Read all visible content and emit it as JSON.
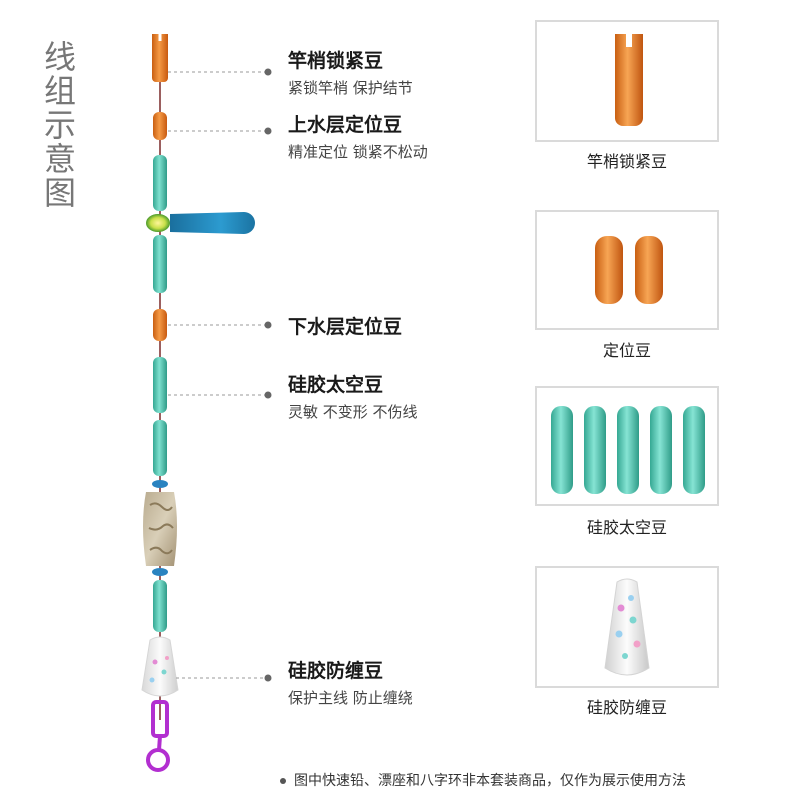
{
  "title": "线组示意图",
  "labels": [
    {
      "main": "竿梢锁紧豆",
      "sub": "紧锁竿梢 保护结节"
    },
    {
      "main": "上水层定位豆",
      "sub": "精准定位 锁紧不松动"
    },
    {
      "main": "下水层定位豆",
      "sub": ""
    },
    {
      "main": "硅胶太空豆",
      "sub": "灵敏 不变形 不伤线"
    },
    {
      "main": "硅胶防缠豆",
      "sub": "保护主线 防止缠绕"
    }
  ],
  "cards": [
    {
      "caption": "竿梢锁紧豆",
      "icon": "rod-tip-lock-bead-icon"
    },
    {
      "caption": "定位豆",
      "icon": "positioning-bead-icon"
    },
    {
      "caption": "硅胶太空豆",
      "icon": "silicone-space-bead-icon"
    },
    {
      "caption": "硅胶防缠豆",
      "icon": "anti-tangle-bead-icon"
    }
  ],
  "note": "图中快速铅、漂座和八字环非本套装商品，仅作为展示使用方法",
  "colors": {
    "orange": "#e8802a",
    "teal": "#4cc3ae",
    "float": "#1e7fb0",
    "swivel": "#b22fd0",
    "line": "#7a2a2a"
  }
}
